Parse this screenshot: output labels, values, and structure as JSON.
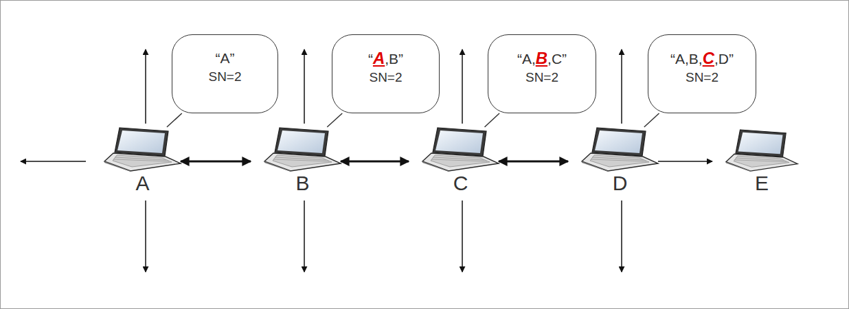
{
  "diagram": {
    "nodes": [
      {
        "text": [
          "“A”",
          "SN=2"
        ]
      },
      {
        "text": [
          "“A,B”",
          "SN=2"
        ]
      },
      {
        "text": [
          "“A,B,C”",
          "SN=2"
        ]
      },
      {
        "text": [
          "“A,B,C,D”",
          "SN=2"
        ]
      },
      {
        "text": [
          "A"
        ]
      },
      {
        "text": [
          "B"
        ]
      },
      {
        "text": [
          "C"
        ]
      },
      {
        "text": [
          "D"
        ]
      },
      {
        "text": [
          "E"
        ]
      }
    ],
    "edges": [
      {
        "from": 4,
        "to": 5,
        "arrow": "both"
      },
      {
        "from": 5,
        "to": 6,
        "arrow": "both"
      },
      {
        "from": 6,
        "to": 7,
        "arrow": "both"
      },
      {
        "from": 7,
        "to": 8,
        "arrow": "to"
      },
      {
        "from": 0,
        "to": 4,
        "arrow": "none"
      },
      {
        "from": 1,
        "to": 5,
        "arrow": "none"
      },
      {
        "from": 2,
        "to": 6,
        "arrow": "none"
      },
      {
        "from": 3,
        "to": 7,
        "arrow": "none"
      }
    ]
  }
}
